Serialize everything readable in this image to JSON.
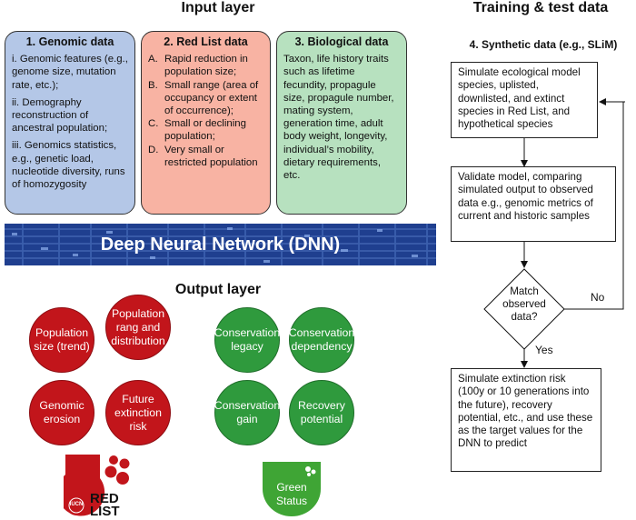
{
  "headers": {
    "input_layer": "Input layer",
    "training": "Training & test data",
    "output_layer": "Output layer"
  },
  "genomic": {
    "title": "1. Genomic data",
    "items": [
      "i. Genomic features (e.g., genome size, mutation rate, etc.);",
      "ii. Demography reconstruction of ancestral population;",
      "iii. Genomics statistics, e.g., genetic load, nucleotide diversity, runs of homozygosity"
    ]
  },
  "redlist": {
    "title": "2. Red List data",
    "items": [
      {
        "key": "A.",
        "text": "Rapid reduction in population size;"
      },
      {
        "key": "B.",
        "text": "Small range (area of occupancy or extent of occurrence);"
      },
      {
        "key": "C.",
        "text": "Small or declining population;"
      },
      {
        "key": "D.",
        "text": "Very small or restricted population"
      }
    ]
  },
  "biological": {
    "title": "3. Biological data",
    "text": "Taxon, life history traits such as lifetime fecundity, propagule size, propagule number, mating system, generation time, adult body weight, longevity, individual’s mobility, dietary requirements, etc."
  },
  "dnn": {
    "label": "Deep Neural Network (DNN)"
  },
  "output_red": [
    "Population size (trend)",
    "Population rang and distribution",
    "Genomic erosion",
    "Future extinction risk"
  ],
  "output_green": [
    "Conservation legacy",
    "Conservation dependency",
    "Conservation gain",
    "Recovery potential"
  ],
  "logos": {
    "iucn": "IUCN",
    "red_list_line1": "RED",
    "red_list_line2": "LIST",
    "green_status_line1": "Green",
    "green_status_line2": "Status"
  },
  "flow": {
    "title": "4. Synthetic data (e.g., SLiM)",
    "box1": "Simulate ecological model species, uplisted, downlisted, and extinct species in Red List, and hypothetical species",
    "box2": "Validate model, comparing simulated output to observed data e.g., genomic metrics of current and historic samples",
    "decision": "Match observed data?",
    "no_label": "No",
    "yes_label": "Yes",
    "box3": "Simulate extinction risk (100y or 10 generations into the future), recovery potential, etc., and use these as the target values for the DNN to predict"
  },
  "colors": {
    "genomic_fill": "#b4c7e7",
    "redlist_fill": "#f8b3a3",
    "biological_fill": "#b7e1bf",
    "dnn_fill": "#1f3f8f",
    "red_circle": "#c2151b",
    "green_circle": "#2f9a3d"
  }
}
